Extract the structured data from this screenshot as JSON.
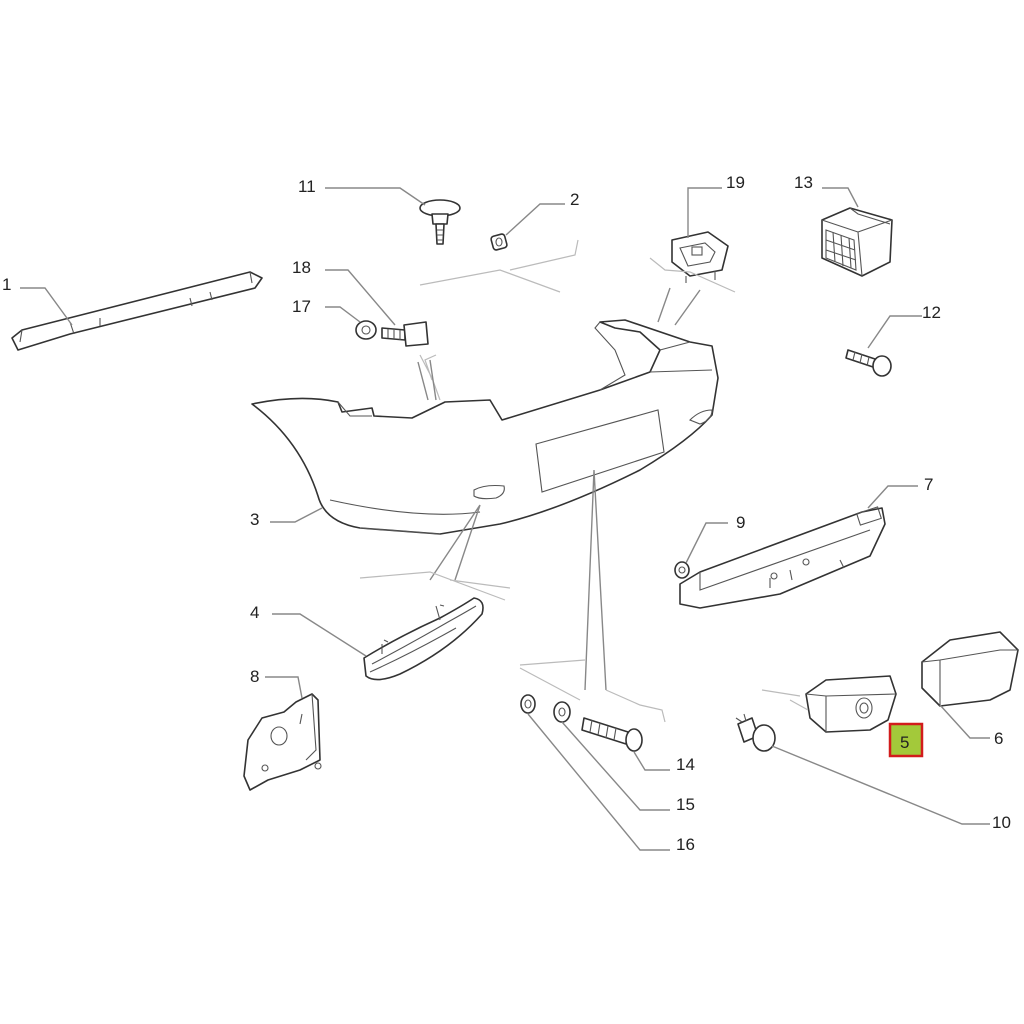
{
  "diagram": {
    "callouts": [
      {
        "id": "c1",
        "label": "1"
      },
      {
        "id": "c2",
        "label": "2"
      },
      {
        "id": "c3",
        "label": "3"
      },
      {
        "id": "c4",
        "label": "4"
      },
      {
        "id": "c5",
        "label": "5",
        "highlighted": true
      },
      {
        "id": "c6",
        "label": "6"
      },
      {
        "id": "c7",
        "label": "7"
      },
      {
        "id": "c8",
        "label": "8"
      },
      {
        "id": "c9",
        "label": "9"
      },
      {
        "id": "c10",
        "label": "10"
      },
      {
        "id": "c11",
        "label": "11"
      },
      {
        "id": "c12",
        "label": "12"
      },
      {
        "id": "c13",
        "label": "13"
      },
      {
        "id": "c14",
        "label": "14"
      },
      {
        "id": "c15",
        "label": "15"
      },
      {
        "id": "c16",
        "label": "16"
      },
      {
        "id": "c17",
        "label": "17"
      },
      {
        "id": "c18",
        "label": "18"
      },
      {
        "id": "c19",
        "label": "19"
      }
    ],
    "colors": {
      "highlight_fill": "#a3c93a",
      "highlight_border": "#d21c1c",
      "line": "#333333",
      "leader": "#888888"
    }
  }
}
